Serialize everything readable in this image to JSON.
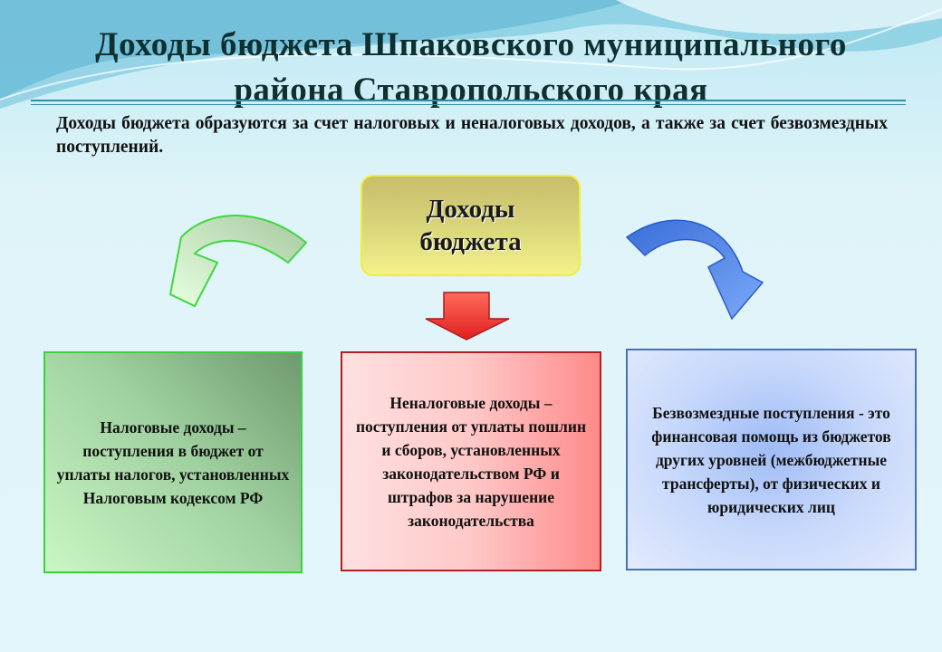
{
  "title": {
    "line1": "Доходы бюджета Шпаковского муниципального",
    "line2": "района Ставропольского края"
  },
  "intro": "Доходы бюджета образуются за счет налоговых и неналоговых доходов, а также за счет безвозмездных поступлений.",
  "center": {
    "line1": "Доходы",
    "line2": "бюджета"
  },
  "boxes": [
    {
      "text": "Налоговые доходы – поступления в бюджет от уплаты налогов, установленных Налоговым кодексом РФ"
    },
    {
      "text": "Неналоговые доходы – поступления от уплаты пошлин и сборов, установленных законодательством РФ и штрафов за нарушение законодательства"
    },
    {
      "text": "Безвозмездные поступления - это финансовая помощь из бюджетов других уровней (межбюджетные трансферты), от физических и юридических лиц"
    }
  ],
  "colors": {
    "green": "#3bd23b",
    "red": "#e53030",
    "blue": "#4a78d8",
    "center_border": "#f0ee3a"
  }
}
